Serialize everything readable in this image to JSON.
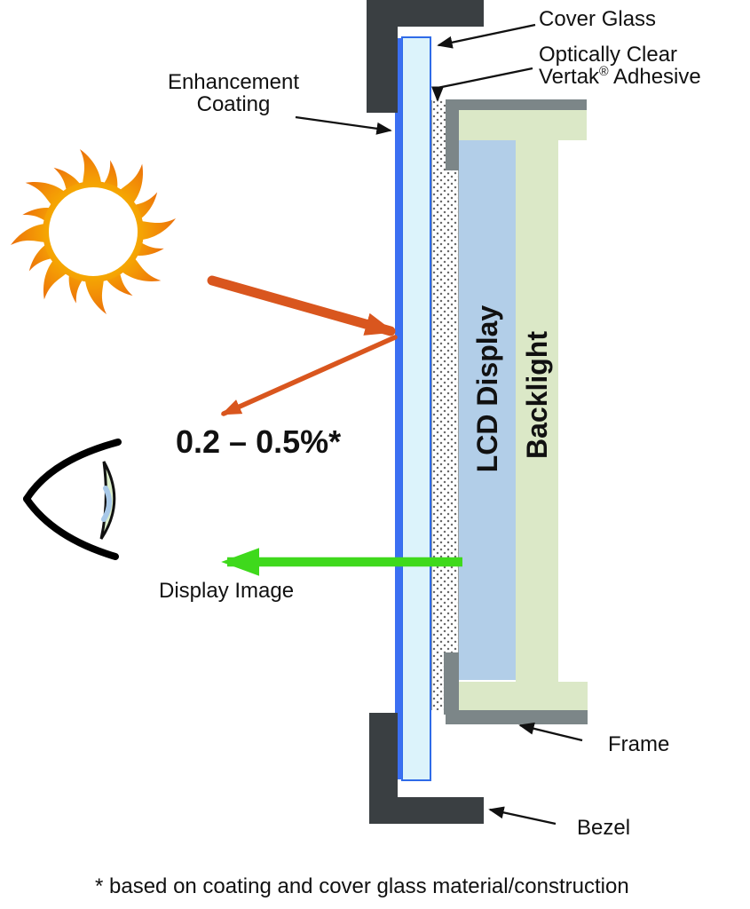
{
  "labels": {
    "cover_glass": "Cover Glass",
    "adhesive_line1": "Optically Clear",
    "adhesive_brand": "Vertak",
    "adhesive_reg": "®",
    "adhesive_line2_rest": " Adhesive",
    "enhancement_line1": "Enhancement",
    "enhancement_line2": "Coating",
    "lcd_display": "LCD Display",
    "backlight": "Backlight",
    "frame": "Frame",
    "bezel": "Bezel",
    "display_image": "Display Image",
    "reflection_range": "0.2 – 0.5%*",
    "footnote": "* based on coating and cover glass material/construction"
  },
  "icons": {
    "sun": "sun-icon",
    "eye": "eye-icon"
  },
  "colors": {
    "bezel": "#3A3F42",
    "frame": "#7C8688",
    "backlight": "#DBE8C7",
    "lcd": "#B2CEE8",
    "cover_glass": "#DCF3FB",
    "glass_border": "#2F6BE8",
    "enhancement_coating": "#3B6FF2",
    "adhesive_dots": "#6B6B6B",
    "sunlight_arrow": "#D9561E",
    "display_image_arrow": "#3FD91C",
    "annotation": "#111111"
  }
}
